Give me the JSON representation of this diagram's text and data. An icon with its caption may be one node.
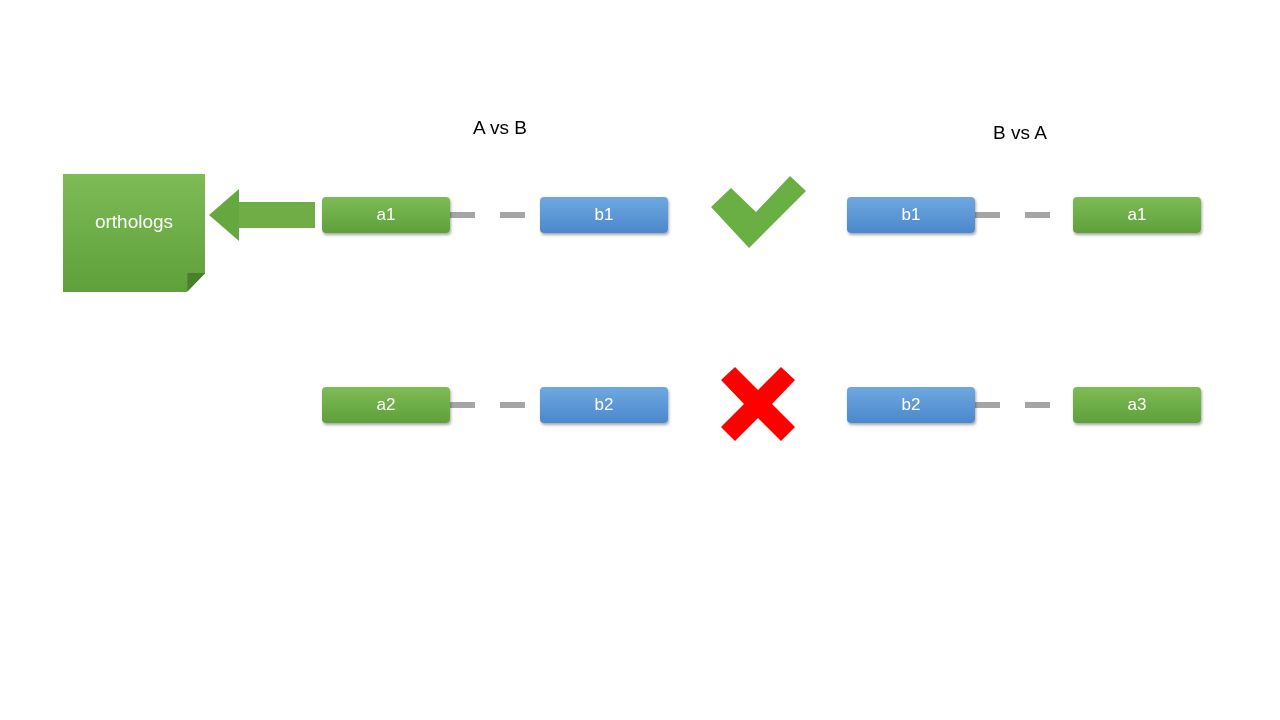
{
  "diagram": {
    "nodes": [
      {
        "text": [
          "orthologs"
        ]
      },
      {
        "text": [
          "a1"
        ]
      },
      {
        "text": [
          "b1"
        ]
      },
      {
        "text": [
          "b1"
        ]
      },
      {
        "text": [
          "a1"
        ]
      },
      {
        "text": [
          "a2"
        ]
      },
      {
        "text": [
          "b2"
        ]
      },
      {
        "text": [
          "b2"
        ]
      },
      {
        "text": [
          "a3"
        ]
      }
    ],
    "edges": [
      {
        "from": 1,
        "to": 0,
        "arrow": "to",
        "style": "thick",
        "color": "#70ad47"
      },
      {
        "from": 1,
        "to": 2,
        "arrow": "none",
        "style": "dashed"
      },
      {
        "from": 3,
        "to": 4,
        "arrow": "none",
        "style": "dashed"
      },
      {
        "from": 5,
        "to": 6,
        "arrow": "none",
        "style": "dashed"
      },
      {
        "from": 7,
        "to": 8,
        "arrow": "none",
        "style": "dashed"
      }
    ],
    "labels": [
      "A vs B",
      "B vs A"
    ]
  }
}
